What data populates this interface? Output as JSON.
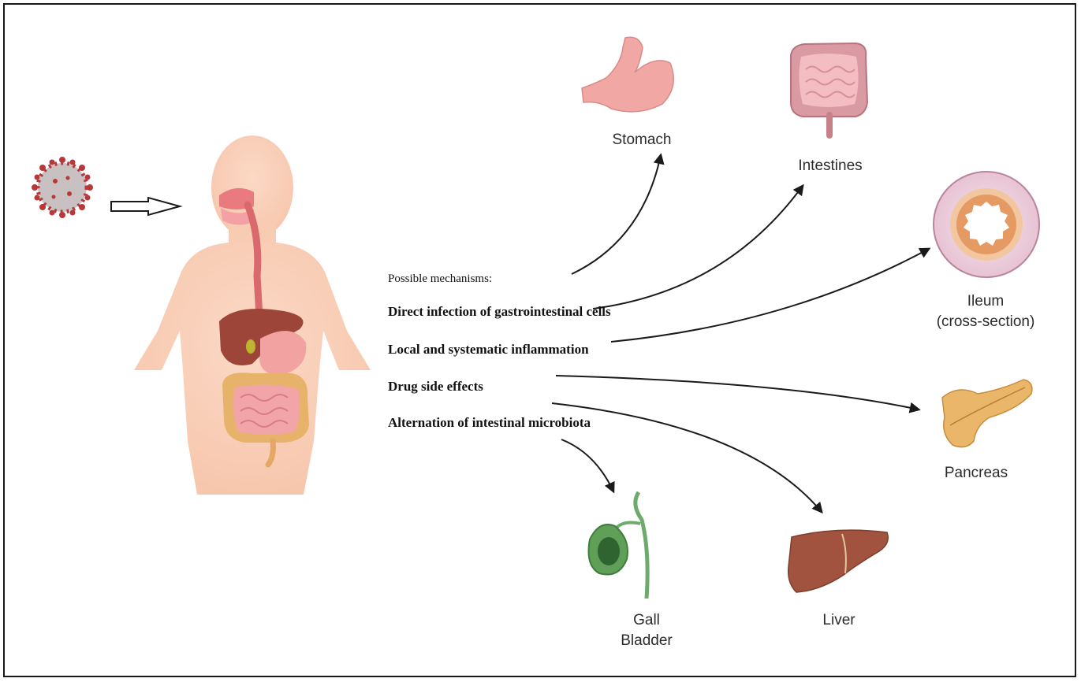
{
  "mechanisms": {
    "heading": "Possible mechanisms:",
    "items": [
      "Direct infection of gastrointestinal cells",
      "Local and systematic inflammation",
      "Drug side effects",
      "Alternation of intestinal microbiota"
    ]
  },
  "organs": {
    "stomach": "Stomach",
    "intestines": "Intestines",
    "ileum": "Ileum\n(cross-section)",
    "pancreas": "Pancreas",
    "liver": "Liver",
    "gallbladder": "Gall\nBladder"
  },
  "icons": [
    "virus-icon",
    "human-body-icon",
    "stomach-icon",
    "intestines-icon",
    "ileum-icon",
    "pancreas-icon",
    "liver-icon",
    "gallbladder-icon"
  ],
  "colors": {
    "skin": "#f9d2bd",
    "organ_pink": "#ef9c9c",
    "liver": "#9c4a3c",
    "pancreas": "#e8b866",
    "gallbladder": "#4e9a4e",
    "virus": "#b8373a",
    "arrow": "#1a1a1a"
  }
}
